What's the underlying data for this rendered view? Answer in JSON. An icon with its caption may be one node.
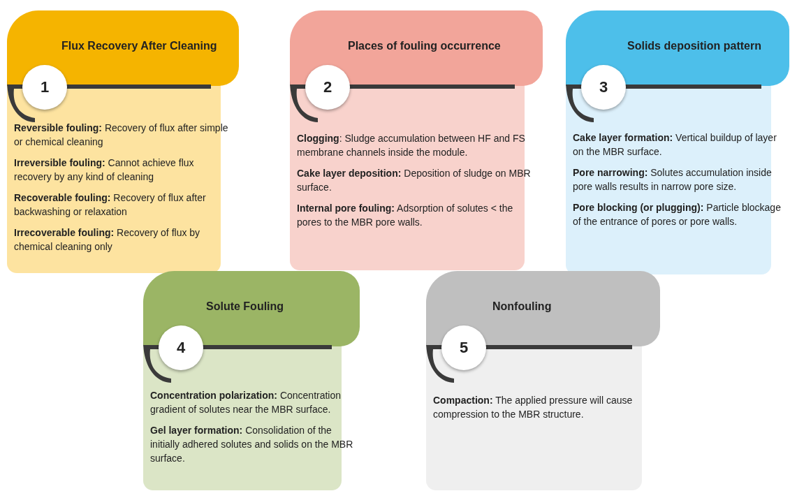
{
  "diagram": {
    "nodes": [
      {
        "text": [
          "Flux Recovery After Cleaning",
          "**Reversible fouling:** Recovery of flux after simple or chemical cleaning",
          "**Irreversible fouling:** Cannot achieve flux recovery by any kind of cleaning",
          "**Recoverable fouling:** Recovery of flux after backwashing or relaxation",
          "**Irrecoverable fouling:** Recovery of flux by chemical cleaning only"
        ]
      },
      {
        "text": [
          "1"
        ]
      },
      {
        "text": [
          "Places of fouling occurrence",
          "**Clogging**: Sludge accumulation between HF and FS membrane channels inside the module.",
          "**Cake layer deposition:** Deposition of sludge on MBR surface.",
          "**Internal pore fouling:** Adsorption of solutes < the pores to the MBR pore walls."
        ]
      },
      {
        "text": [
          "2"
        ]
      },
      {
        "text": [
          "Solids deposition pattern",
          "**Cake layer formation:** Vertical buildup of layer on the MBR surface.",
          "**Pore narrowing:** Solutes accumulation inside pore walls results in narrow pore size.",
          "**Pore blocking (or plugging):** Particle blockage of the entrance of pores or pore walls."
        ]
      },
      {
        "text": [
          "3"
        ]
      },
      {
        "text": [
          "Solute Fouling",
          "**Concentration polarization:** Concentration gradient of solutes near the MBR surface.",
          "**Gel layer formation:** Consolidation of the initially adhered solutes and solids on the MBR surface."
        ]
      },
      {
        "text": [
          "4"
        ]
      },
      {
        "text": [
          "Nonfouling",
          "**Compaction:** The applied pressure will cause compression to the MBR structure."
        ]
      },
      {
        "text": [
          "5"
        ]
      }
    ]
  }
}
